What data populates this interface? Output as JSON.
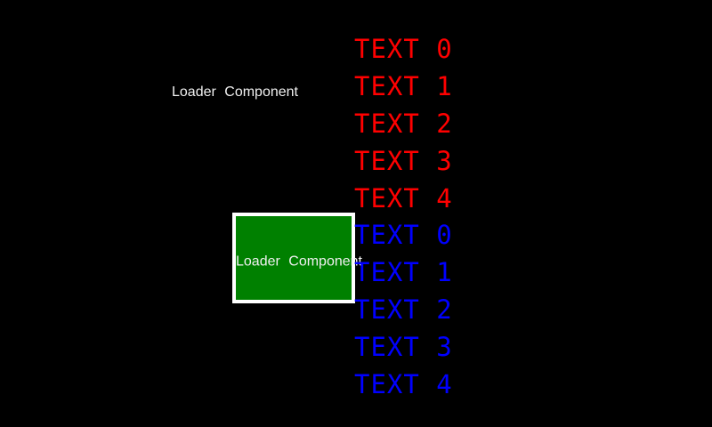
{
  "screen": {
    "background": "#000000"
  },
  "top_label": {
    "text": "Loader Component",
    "color": "#f0f0f0"
  },
  "loader_box": {
    "label": "Loader Component",
    "label_color": "#f0f0f0",
    "fill": "#008000",
    "border_color": "#ffffff"
  },
  "text_list": {
    "items": [
      {
        "label": "TEXT 0",
        "color": "#ff0000"
      },
      {
        "label": "TEXT 1",
        "color": "#ff0000"
      },
      {
        "label": "TEXT 2",
        "color": "#ff0000"
      },
      {
        "label": "TEXT 3",
        "color": "#ff0000"
      },
      {
        "label": "TEXT 4",
        "color": "#ff0000"
      },
      {
        "label": "TEXT 0",
        "color": "#0000ff"
      },
      {
        "label": "TEXT 1",
        "color": "#0000ff"
      },
      {
        "label": "TEXT 2",
        "color": "#0000ff"
      },
      {
        "label": "TEXT 3",
        "color": "#0000ff"
      },
      {
        "label": "TEXT 4",
        "color": "#0000ff"
      }
    ]
  }
}
